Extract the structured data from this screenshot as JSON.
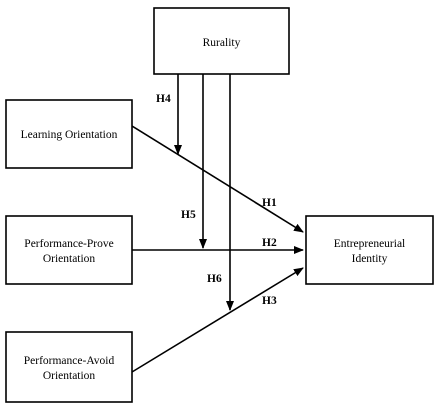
{
  "nodes": {
    "rurality": {
      "lines": [
        "Rurality"
      ]
    },
    "learning": {
      "lines": [
        "Learning Orientation"
      ]
    },
    "prove": {
      "lines": [
        "Performance-Prove",
        "Orientation"
      ]
    },
    "avoid": {
      "lines": [
        "Performance-Avoid",
        "Orientation"
      ]
    },
    "identity": {
      "lines": [
        "Entrepreneurial",
        "Identity"
      ]
    }
  },
  "hypotheses": {
    "h1": "H1",
    "h2": "H2",
    "h3": "H3",
    "h4": "H4",
    "h5": "H5",
    "h6": "H6"
  },
  "colors": {
    "line": "#000000",
    "fill": "#ffffff"
  }
}
